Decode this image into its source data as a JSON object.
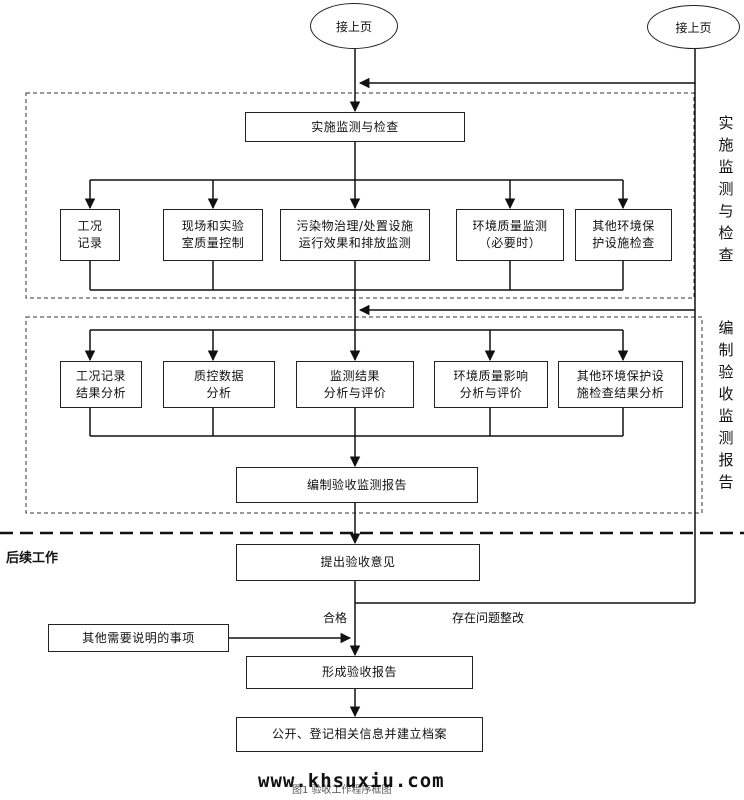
{
  "connectors": {
    "top_left": "接上页",
    "top_right": "接上页"
  },
  "sections": {
    "section1": "实施监测与检查",
    "section2": "编制验收监测报告",
    "section3": "后续工作"
  },
  "nodes": {
    "main1": "实施监测与检查",
    "r1_1": "工况\n记录",
    "r1_2": "现场和实验\n室质量控制",
    "r1_3": "污染物治理/处置设施\n运行效果和排放监测",
    "r1_4": "环境质量监测\n（必要时）",
    "r1_5": "其他环境保\n护设施检查",
    "r2_1": "工况记录\n结果分析",
    "r2_2": "质控数据\n分析",
    "r2_3": "监测结果\n分析与评价",
    "r2_4": "环境质量影响\n分析与评价",
    "r2_5": "其他环境保护设\n施检查结果分析",
    "report": "编制验收监测报告",
    "opinion": "提出验收意见",
    "other": "其他需要说明的事项",
    "form_report": "形成验收报告",
    "publish": "公开、登记相关信息并建立档案"
  },
  "edge_labels": {
    "pass": "合格",
    "rectify": "存在问题整改"
  },
  "watermark": "www.khsuxiu.com",
  "caption": "图1 验收工作程序框图"
}
